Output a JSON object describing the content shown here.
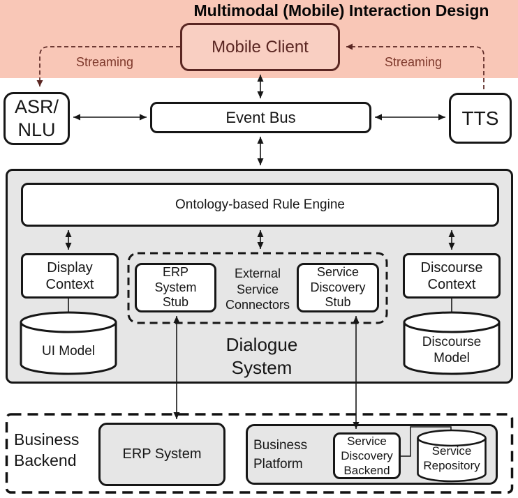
{
  "title": "Multimodal (Mobile) Interaction Design",
  "colors": {
    "header_band": "#f9c7b7",
    "mobile_client_fill": "#f9cfc2",
    "maroon_accent": "#5a2622",
    "streaming_text": "#7d382b",
    "container_gray": "#e6e6e6",
    "line_black": "#161616",
    "box_white": "#ffffff"
  },
  "top": {
    "mobile_client": "Mobile Client",
    "streaming_left": "Streaming",
    "streaming_right": "Streaming"
  },
  "middleware": {
    "asr_nlu": "ASR/\nNLU",
    "event_bus": "Event Bus",
    "tts": "TTS"
  },
  "dialogue_system": {
    "label": "Dialogue\nSystem",
    "rule_engine": "Ontology-based Rule Engine",
    "display_context": "Display\nContext",
    "ui_model": "UI Model",
    "connectors": {
      "label": "External\nService\nConnectors",
      "erp_stub": "ERP\nSystem\nStub",
      "service_discovery_stub": "Service\nDiscovery\nStub"
    },
    "discourse_context": "Discourse\nContext",
    "discourse_model": "Discourse\nModel"
  },
  "business_backend": {
    "label": "Business\nBackend",
    "erp_system": "ERP System",
    "business_platform": "Business\nPlatform",
    "service_discovery_backend": "Service\nDiscovery\nBackend",
    "service_repository": "Service\nRepository"
  }
}
